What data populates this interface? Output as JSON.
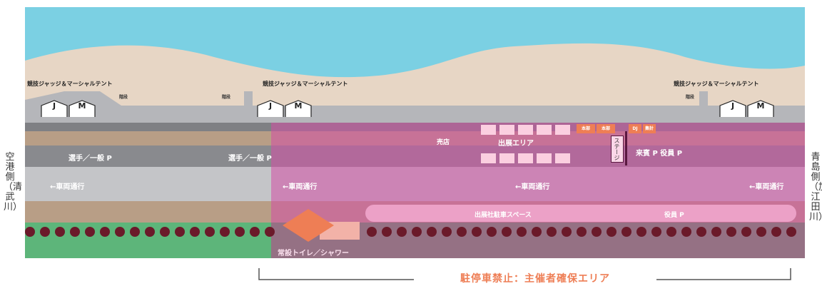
{
  "side_left": "空港側（清武川）",
  "side_right": "青島側（加江田川）",
  "tents": [
    {
      "title": "競技ジャッジ＆マーシャルテント",
      "j": "J",
      "m": "M"
    },
    {
      "title": "競技ジャッジ＆マーシャルテント",
      "j": "J",
      "m": "M"
    },
    {
      "title": "競技ジャッジ＆マーシャルテント",
      "j": "J",
      "m": "M"
    }
  ],
  "stairs": [
    "階段",
    "階段",
    "階段"
  ],
  "parking_left_1": "選手／一般 P",
  "parking_left_2": "選手／一般 P",
  "shop": "売店",
  "exhibit_area": "出展エリア",
  "honbu_1": "本部",
  "honbu_2": "本部",
  "dj": "DJ",
  "shukei": "集計",
  "stage": "ステージ",
  "guest_parking": "来賓 P 役員 P",
  "vehicle_lanes": [
    "←車両通行",
    "←車両通行",
    "←車両通行",
    "←車両通行"
  ],
  "exhibitor_parking": "出展社駐車スペース",
  "officer_parking": "役員 P",
  "toilet": "常設トイレ／シャワー",
  "no_parking": "駐停車禁止：主催者確保エリア",
  "colors": {
    "sea": "#7bd0e3",
    "sand": "#e7d6c5",
    "road": "#b5b6ba",
    "pink_overlay": "#d44ea6",
    "grass": "#5db57a",
    "dots": "#6b1a2a",
    "orange": "#ee7e55",
    "no_parking": "#ee7e55"
  }
}
